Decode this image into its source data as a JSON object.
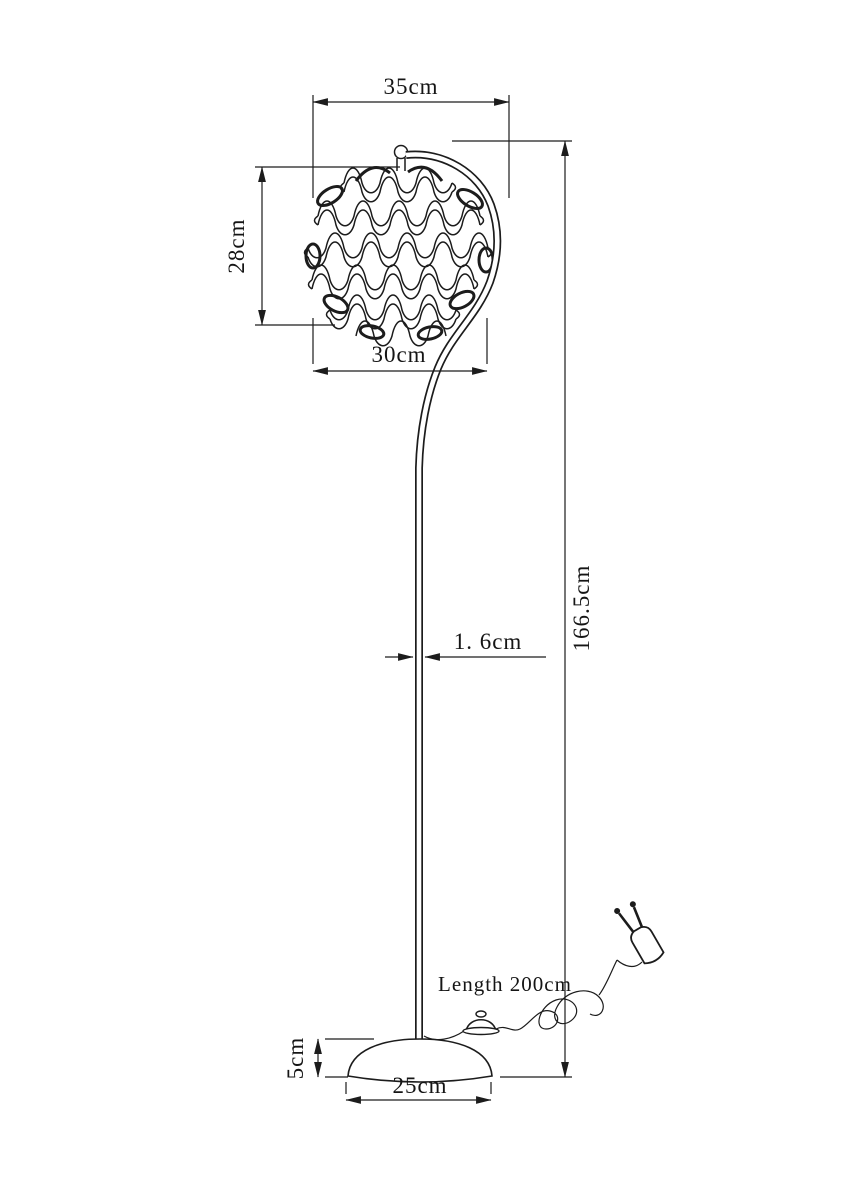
{
  "drawing": {
    "background": "#ffffff",
    "line_color": "#1c1c1c"
  },
  "labels": {
    "shade_top_width": "35cm",
    "shade_height": "28cm",
    "shade_bottom_width": "30cm",
    "pole_diameter": "1. 6cm",
    "total_height": "166.5cm",
    "base_height": "5cm",
    "base_diameter": "25cm",
    "cord_length": "Length 200cm"
  }
}
